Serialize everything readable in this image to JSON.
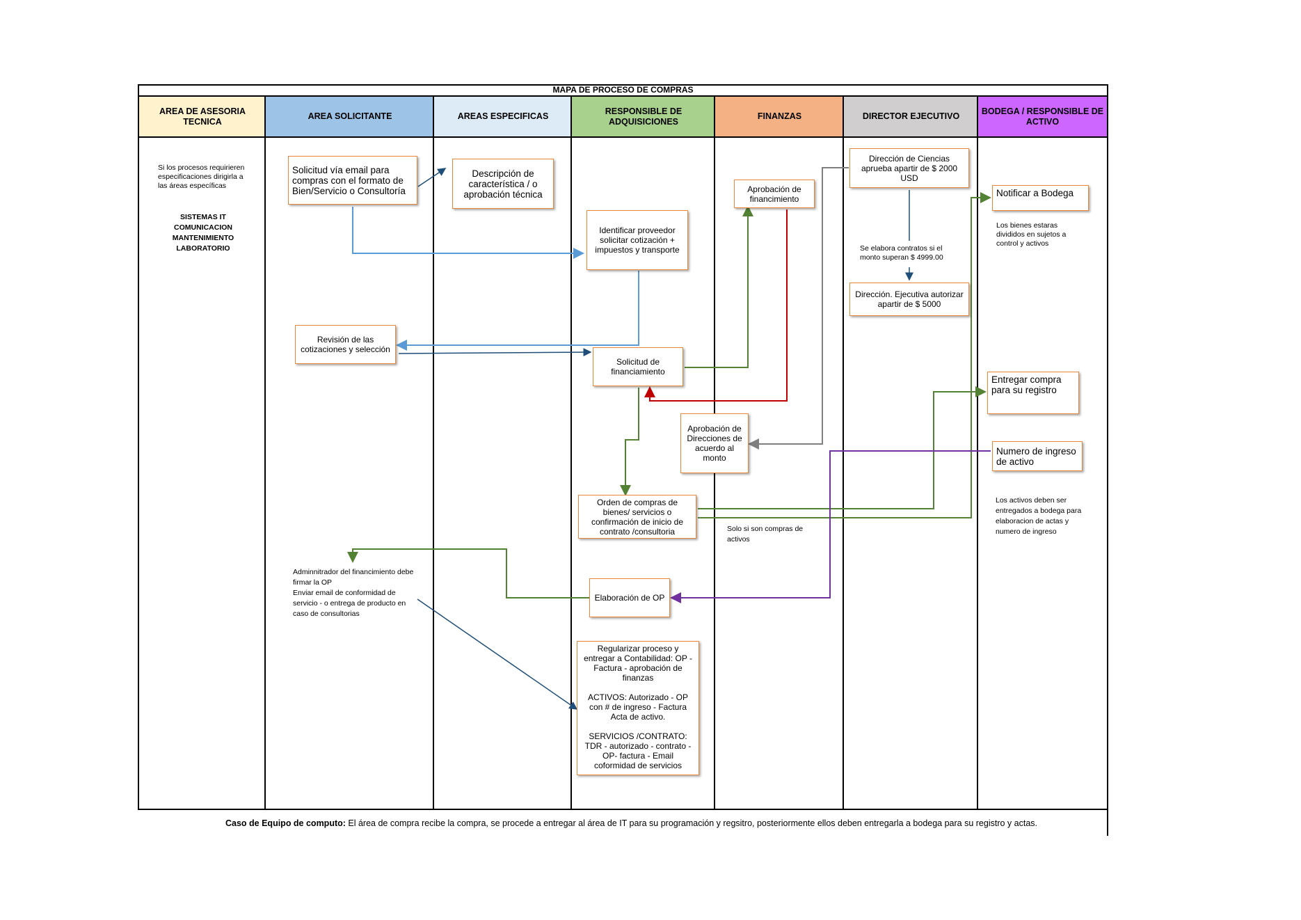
{
  "title": "MAPA DE PROCESO DE COMPRAS",
  "colors": {
    "asesoria": "#fff2cc",
    "solicitante": "#9dc3e6",
    "especificas": "#ddebf7",
    "adquisiciones": "#a9d18e",
    "finanzas": "#f4b183",
    "director": "#d0cece",
    "bodega": "#cc66ff",
    "box_border": "#e8873a",
    "arrow_blue": "#5b9bd5",
    "arrow_navy": "#1f4e79",
    "arrow_green": "#548235",
    "arrow_red": "#c00000",
    "arrow_gray": "#7f7f7f",
    "arrow_purple": "#7030a0"
  },
  "lanes": [
    {
      "label": "AREA DE ASESORIA TECNICA"
    },
    {
      "label": "AREA SOLICITANTE"
    },
    {
      "label": "AREAS ESPECIFICAS"
    },
    {
      "label": "RESPONSIBLE DE ADQUISICIONES"
    },
    {
      "label": "FINANZAS"
    },
    {
      "label": "DIRECTOR EJECUTIVO"
    },
    {
      "label": "BODEGA / RESPONSIBLE DE ACTIVO"
    }
  ],
  "notes": {
    "asesoria_intro": "Si los procesos requirieren especificaciones dirigirla a las áreas específicas",
    "asesoria_areas": [
      "SISTEMAS IT",
      "COMUNICACION",
      "MANTENIMIENTO",
      "LABORATORIO"
    ],
    "contratos": "Se elabora contratos si el monto superan $ 4999.00",
    "bienes": "Los bienes estaras divididos en sujetos a control y activos",
    "activos": "Los activos deben ser entregados a bodega para elaboracion de actas y numero de ingreso",
    "solo_activos": "Solo si son compras de activos",
    "administrador": [
      "Adminnitrador del financimiento debe firmar la OP",
      "Enviar email de conformidad de servicio - o entrega de producto en caso de consultorias"
    ]
  },
  "boxes": {
    "solicitud_email": "Solicitud vía email para compras con el formato de Bien/Servicio o Consultoría",
    "descripcion": "Descripción de característica / o aprobación técnica",
    "identificar": "Identificar proveedor solicitar cotización + impuestos y transporte",
    "revision": "Revisión de las cotizaciones y selección",
    "solicitud_fin": "Solicitud de financiamiento",
    "aprobacion_fin": "Aprobación de financimiento",
    "aprobacion_dir": "Aprobación de Direcciones de acuerdo al monto",
    "orden": "Orden de compras de bienes/ servicios o confirmación de inicio de contrato /consultoria",
    "elaboracion_op": "Elaboración de OP",
    "regularizar": [
      "Regularizar proceso y entregar a Contabilidad:  OP - Factura - aprobación de finanzas",
      "ACTIVOS: Autorizado - OP con # de ingreso - Factura Acta de activo.",
      "SERVICIOS /CONTRATO: TDR - autorizado - contrato - OP- factura - Email coformidad de servicios"
    ],
    "direccion_ciencias": "Dirección de Ciencias aprueba apartir de $ 2000 USD",
    "direccion_ejecutiva": "Dirección. Ejecutiva autorizar apartir de $ 5000",
    "notificar": "Notificar a Bodega",
    "entregar": "Entregar compra para su registro",
    "numero": "Numero de ingreso de activo"
  },
  "footer": {
    "bold": "Caso de Equipo de computo:",
    "text": " El área de compra recibe la compra, se procede a entregar al área de IT para su programación y regsitro, posteriormente ellos deben entregarla a bodega para su registro y actas."
  }
}
